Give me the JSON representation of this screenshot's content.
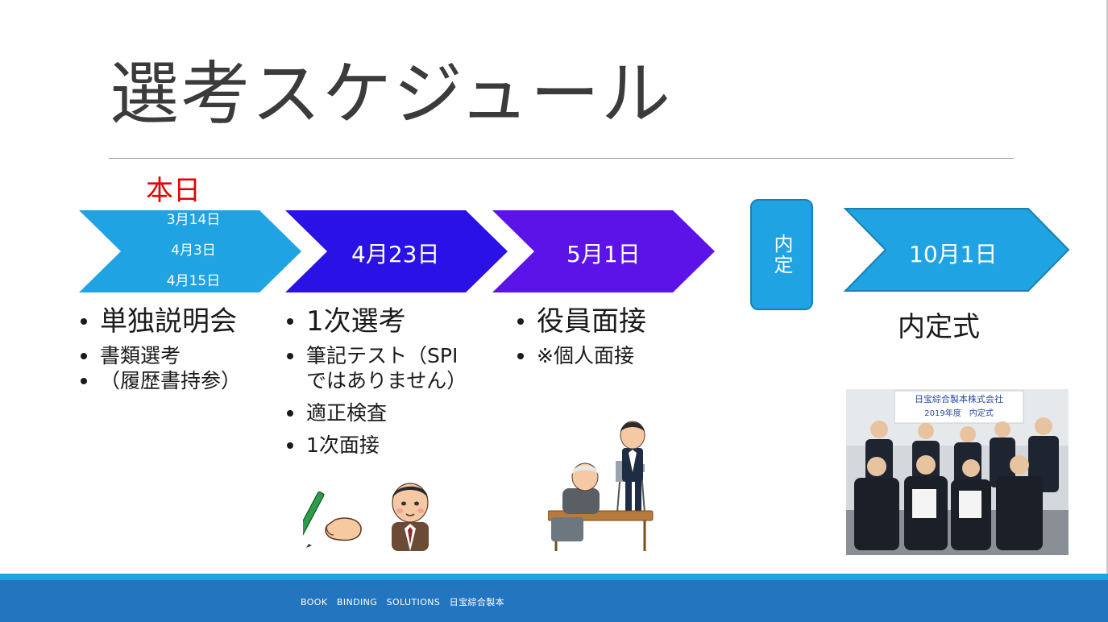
{
  "slide": {
    "title": "選考スケジュール",
    "today_label": "本日",
    "colors": {
      "title": "#3b3b3b",
      "today": "#e60000",
      "stage_seminar": "#1fa3e2",
      "stage_first": "#2a12e6",
      "stage_exec": "#5c13e8",
      "stage_ceremony": "#1fa3e2",
      "footer": "#2475bf",
      "footer_band": "#1fa3e2"
    }
  },
  "stages": [
    {
      "dates": [
        "3月14日",
        "4月3日",
        "4月15日"
      ],
      "heading": "単独説明会",
      "items": [
        "書類選考",
        "（履歴書持参）"
      ]
    },
    {
      "date": "4月23日",
      "heading": "1次選考",
      "items": [
        "筆記テスト（SPI",
        "ではありません）",
        "適正検査",
        "1次面接"
      ]
    },
    {
      "date": "5月1日",
      "heading": "役員面接",
      "items": [
        "※個人面接"
      ]
    }
  ],
  "offer": {
    "label": "内定"
  },
  "ceremony": {
    "date": "10月1日",
    "heading": "内定式"
  },
  "photo": {
    "banner_line1": "日宝綜合製本株式会社",
    "banner_line2": "2019年度　内定式",
    "icon": "group-photo-icon"
  },
  "illustrations": [
    "writing-hand-icon",
    "businessman-icon",
    "interview-icon"
  ],
  "footer": {
    "text": "BOOK　BINDING　SOLUTIONS　日宝綜合製本"
  }
}
